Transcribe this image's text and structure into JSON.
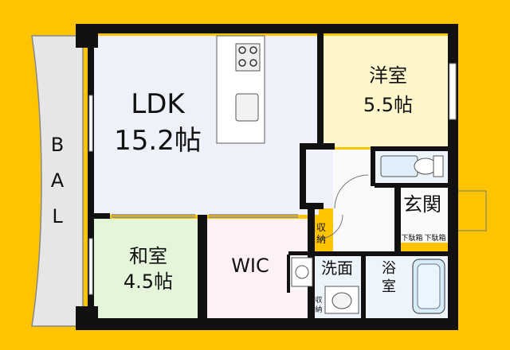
{
  "colors": {
    "background": "#FFC400",
    "wall": "#111111",
    "ldk": "#EEF0FA",
    "yoshitsu": "#FFF6CC",
    "washitsu": "#E4F5DA",
    "wic": "#FFF0F4",
    "wet": "#EEF4FC",
    "balcony": "#E6E6E6"
  },
  "rooms": {
    "ldk": {
      "name": "LDK",
      "size": "15.2帖"
    },
    "yoshitsu": {
      "name": "洋室",
      "size": "5.5帖"
    },
    "washitsu": {
      "name": "和室",
      "size": "4.5帖"
    },
    "wic": {
      "name": "WIC"
    },
    "balcony": {
      "letters": [
        "B",
        "A",
        "L"
      ]
    },
    "genkan": {
      "name": "玄関"
    },
    "senmen": {
      "name": "洗面"
    },
    "yoku": {
      "name": "浴",
      "name2": "室"
    },
    "shuno1": {
      "line1": "収",
      "line2": "納"
    },
    "shuno2": {
      "line1": "収",
      "line2": "納"
    },
    "getabako1": "下駄箱",
    "getabako2": "下駄箱"
  }
}
